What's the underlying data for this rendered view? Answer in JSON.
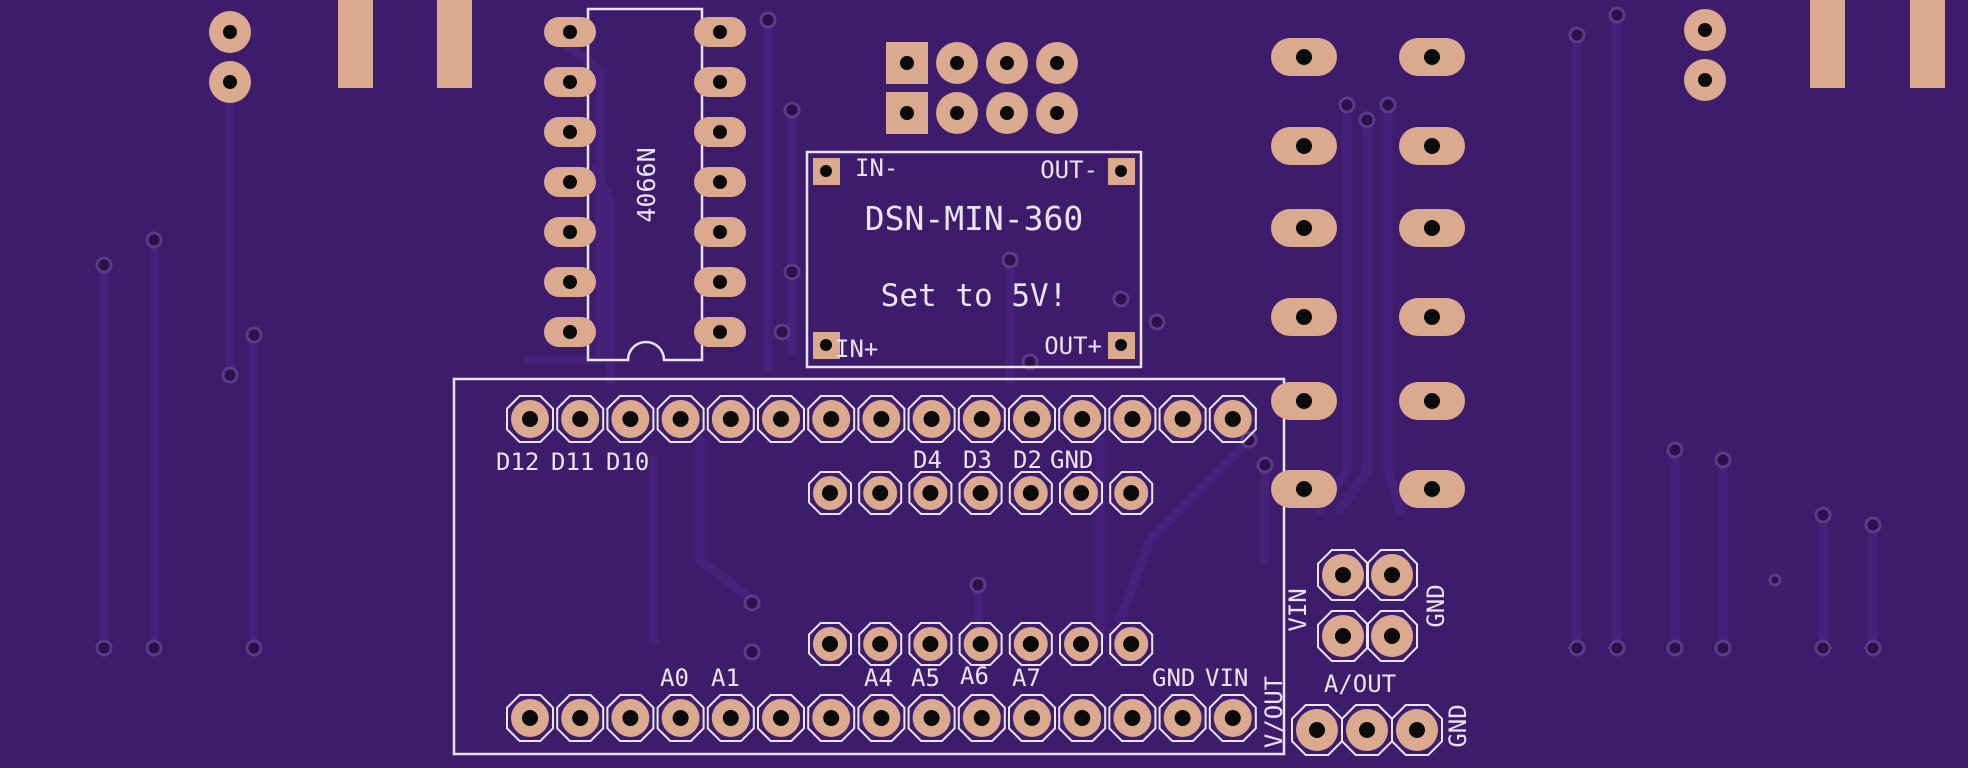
{
  "board": {
    "colors": {
      "soldermask": "#3d1d6b",
      "pad": "#dba98e",
      "silkscreen": "#e9e4ef",
      "drill": "#0b0b0b"
    }
  },
  "ic": {
    "label": "4066N"
  },
  "converter": {
    "title": "DSN-MIN-360",
    "note": "Set to 5V!",
    "in_minus": "IN-",
    "out_minus": "OUT-",
    "in_plus": "IN+",
    "out_plus": "OUT+"
  },
  "arduino": {
    "top_labels": {
      "d12": "D12",
      "d11": "D11",
      "d10": "D10",
      "d4": "D4",
      "d3": "D3",
      "d2": "D2",
      "gnd": "GND"
    },
    "bottom_labels": {
      "a0": "A0",
      "a1": "A1",
      "a4": "A4",
      "a5": "A5",
      "a6": "A6",
      "a7": "A7",
      "gnd": "GND",
      "vin": "VIN"
    },
    "side_label": "V/OUT"
  },
  "power_header": {
    "vin": "VIN",
    "gnd": "GND",
    "aout": "A/OUT"
  },
  "aout_header": {
    "gnd": "GND"
  }
}
